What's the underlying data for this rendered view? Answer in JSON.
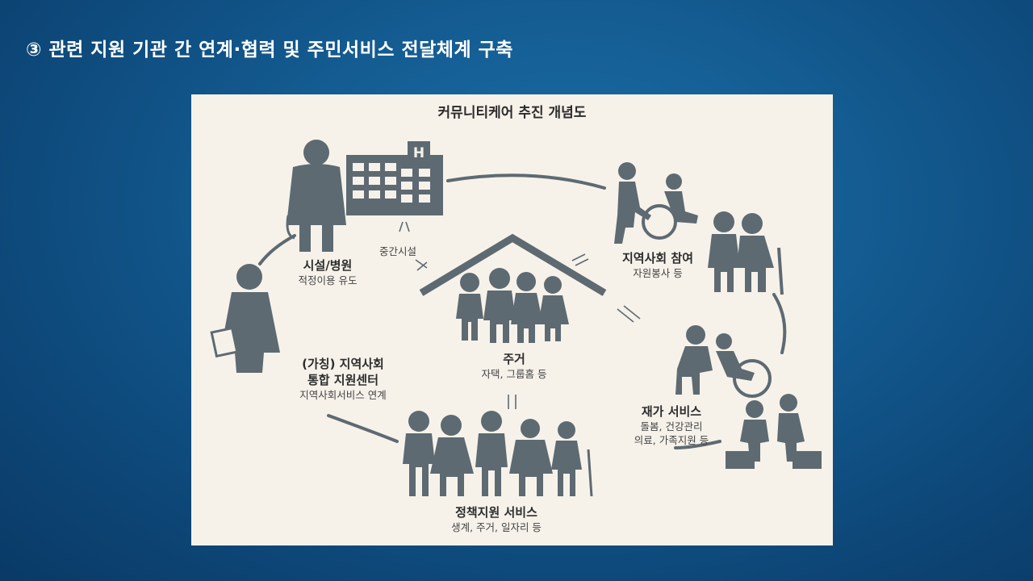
{
  "slide": {
    "title": "③ 관련 지원 기관 간 연계·협력 및 주민서비스 전달체계 구축"
  },
  "diagram": {
    "title": "커뮤니티케어 추진 개념도",
    "center": {
      "label": "주거",
      "sub": "자택, 그룹홈 등"
    },
    "intermediate": "중간시설",
    "nodes": [
      {
        "id": "hospital",
        "label": "시설/병원",
        "sub": [
          "적정이용 유도"
        ]
      },
      {
        "id": "community",
        "label": "지역사회 참여",
        "sub": [
          "자원봉사 등"
        ]
      },
      {
        "id": "center",
        "label": [
          "(가칭) 지역사회",
          "통합 지원센터"
        ],
        "sub": [
          "지역사회서비스 연계"
        ]
      },
      {
        "id": "homecare",
        "label": "재가 서비스",
        "sub": [
          "돌봄, 건강관리",
          "의료, 가족지원 등"
        ]
      },
      {
        "id": "policy",
        "label": "정책지원 서비스",
        "sub": [
          "생계, 주거, 일자리 등"
        ]
      }
    ],
    "icons": [
      "doctor-icon",
      "hospital-building-icon",
      "caregiver-wheelchair-icon",
      "elderly-couple-icon",
      "house-roof-icon",
      "family-icon",
      "social-worker-icon",
      "homecare-feeding-icon",
      "medical-checkup-icon",
      "citizens-group-icon"
    ],
    "colors": {
      "figure": "#5e6a72",
      "background": "#f6f2ea"
    }
  }
}
